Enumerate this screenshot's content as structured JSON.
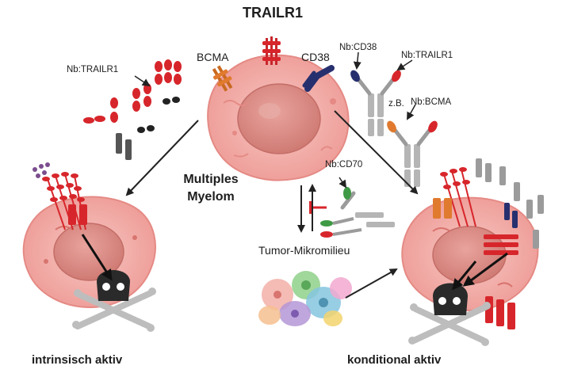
{
  "labels": {
    "title": "TRAILR1",
    "bcma": "BCMA",
    "cd38": "CD38",
    "nb_cd38": "Nb:CD38",
    "nb_trailr1_right": "Nb:TRAILR1",
    "nb_trailr1_left": "Nb:TRAILR1",
    "zb": "z.B.",
    "nb_bcma": "Nb:BCMA",
    "nb_cd70": "Nb:CD70",
    "center_line1": "Multiples",
    "center_line2": "Myelom",
    "tme": "Tumor-Mikromilieu",
    "left_caption": "intrinsisch aktiv",
    "right_caption": "konditional aktiv"
  },
  "colors": {
    "trail_red": "#d7262b",
    "bcma_orange": "#e07a2e",
    "cd38_navy": "#27306e",
    "cd70_green": "#3f9a45",
    "cell_pink": "#f2a7a3",
    "nucleus": "#d98882",
    "antibody_grey": "#9b9b9b",
    "skull": "#2a2a2a",
    "arrow": "#222222"
  }
}
